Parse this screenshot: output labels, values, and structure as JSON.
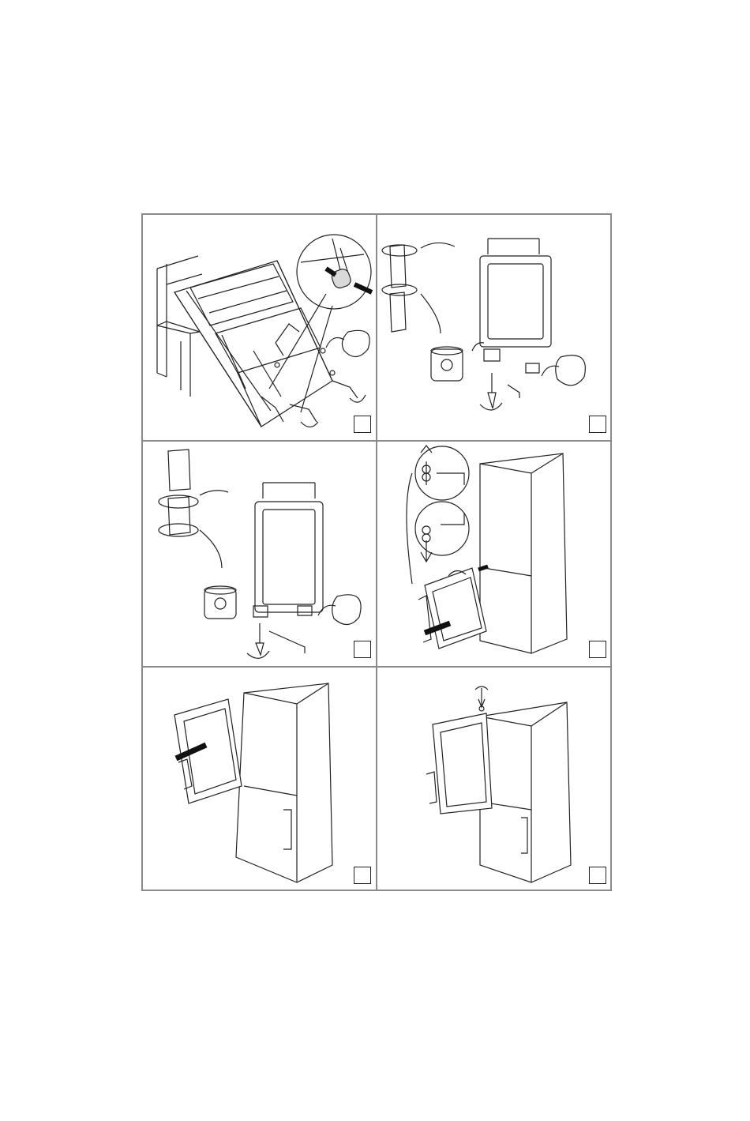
{
  "colors": {
    "border": "#8a8a8a",
    "line": "#222222",
    "fill": "#ffffff",
    "shade": "#d9d9d9"
  },
  "panels": [
    {
      "id": "p1",
      "scene": "fridge-tilted-on-chair-hinge-removal",
      "step_label": ""
    },
    {
      "id": "p2",
      "scene": "freezer-door-removal-hinge-swap",
      "step_label": ""
    },
    {
      "id": "p3",
      "scene": "fridge-door-removal-hinge-swap",
      "step_label": ""
    },
    {
      "id": "p4",
      "scene": "mount-fridge-door-opposite-side",
      "step_label": ""
    },
    {
      "id": "p5",
      "scene": "push-door-onto-hinge",
      "step_label": ""
    },
    {
      "id": "p6",
      "scene": "fasten-top-hinge-screw",
      "step_label": ""
    }
  ],
  "icons": [
    "chair-icon",
    "hinge-detail-icon",
    "wrench-icon",
    "screw-icon",
    "bag-icon",
    "bin-icon",
    "arrow-icon",
    "rotate-icon",
    "door-icon",
    "fridge-icon"
  ]
}
